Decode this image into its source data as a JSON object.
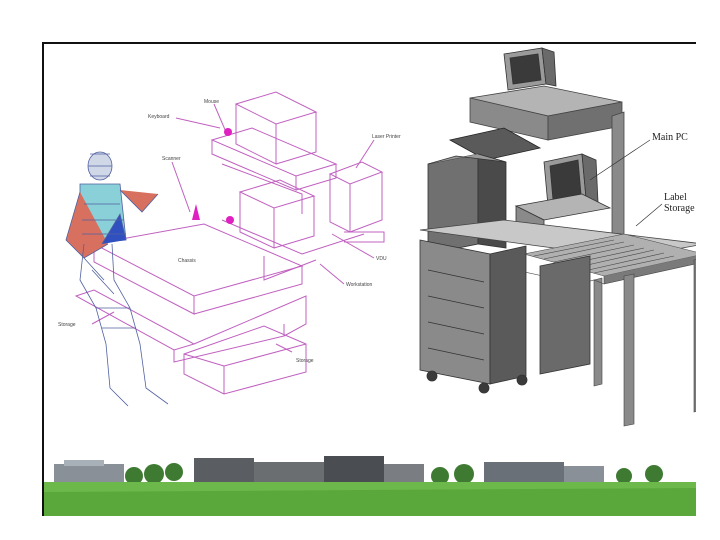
{
  "wireframe_diagram": {
    "labels": {
      "mouse": "Mouse",
      "keyboard": "Keyboard",
      "laser_printer": "Laser Printer",
      "scanner": "Scanner",
      "chassis": "Chassis",
      "vdu": "VDU",
      "workstation": "Workstation",
      "storage_left": "Storage",
      "storage_bottom": "Storage"
    },
    "colors": {
      "wireframe": "#c060c0",
      "marker": "#e020c0",
      "figure_mesh": "#5060a0"
    }
  },
  "cad_model": {
    "labels": {
      "main_pc": "Main PC",
      "label_storage_line1": "Label",
      "label_storage_line2": "Storage"
    },
    "colors": {
      "metal": "#9a9a9a",
      "dark": "#4a4a4a"
    }
  },
  "campus_banner": {
    "colors": {
      "grass": "#6db84a",
      "sky": "#ffffff"
    }
  }
}
